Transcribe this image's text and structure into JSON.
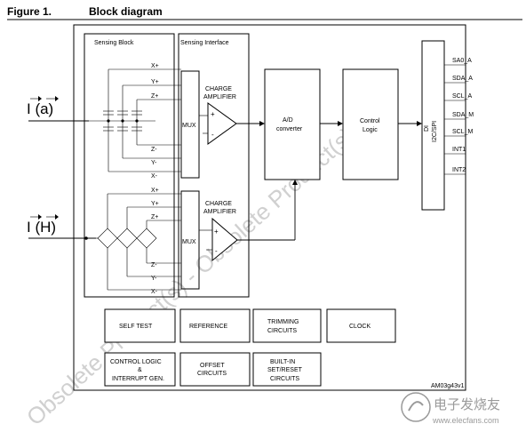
{
  "figure": {
    "number": "Figure 1.",
    "title": "Block diagram"
  },
  "inputs": {
    "accel": "I (a)",
    "mag": "I (H)"
  },
  "sensing_block": {
    "label": "Sensing Block"
  },
  "sensing_interface": {
    "label": "Sensing Interface"
  },
  "axes_top": [
    "X+",
    "Y+",
    "Z+",
    "Z-",
    "Y-",
    "X-"
  ],
  "axes_bottom": [
    "X+",
    "Y+",
    "Z+",
    "Z-",
    "Y-",
    "X-"
  ],
  "mux": "MUX",
  "charge_amp": {
    "line1": "CHARGE",
    "line2": "AMPLIFIER"
  },
  "amp_signs": {
    "plus": "+",
    "minus": "-"
  },
  "adc": {
    "line1": "A/D",
    "line2": "converter"
  },
  "control_logic": {
    "line1": "Control",
    "line2": "Logic"
  },
  "interface": {
    "line1": "DI",
    "line2": "I2C/SPI"
  },
  "pins": [
    "SA0_A",
    "SDA_A",
    "SCL_A",
    "SDA_M",
    "SCL_M",
    "INT1",
    "INT2"
  ],
  "blocks": {
    "self_test": "SELF TEST",
    "reference": "REFERENCE",
    "trimming_1": "TRIMMING",
    "trimming_2": "CIRCUITS",
    "clock": "CLOCK",
    "control_logic_1": "CONTROL LOGIC",
    "control_logic_2": "&",
    "control_logic_3": "INTERRUPT GEN.",
    "offset_1": "OFFSET",
    "offset_2": "CIRCUITS",
    "builtin_1": "BUILT-IN",
    "builtin_2": "SET/RESET",
    "builtin_3": "CIRCUITS"
  },
  "figure_code": "AM03g43v1",
  "watermark": "Obsolete Product(s) - Obsolete Product(s)",
  "site_watermark": "电子发烧友",
  "site_url": "www.elecfans.com"
}
